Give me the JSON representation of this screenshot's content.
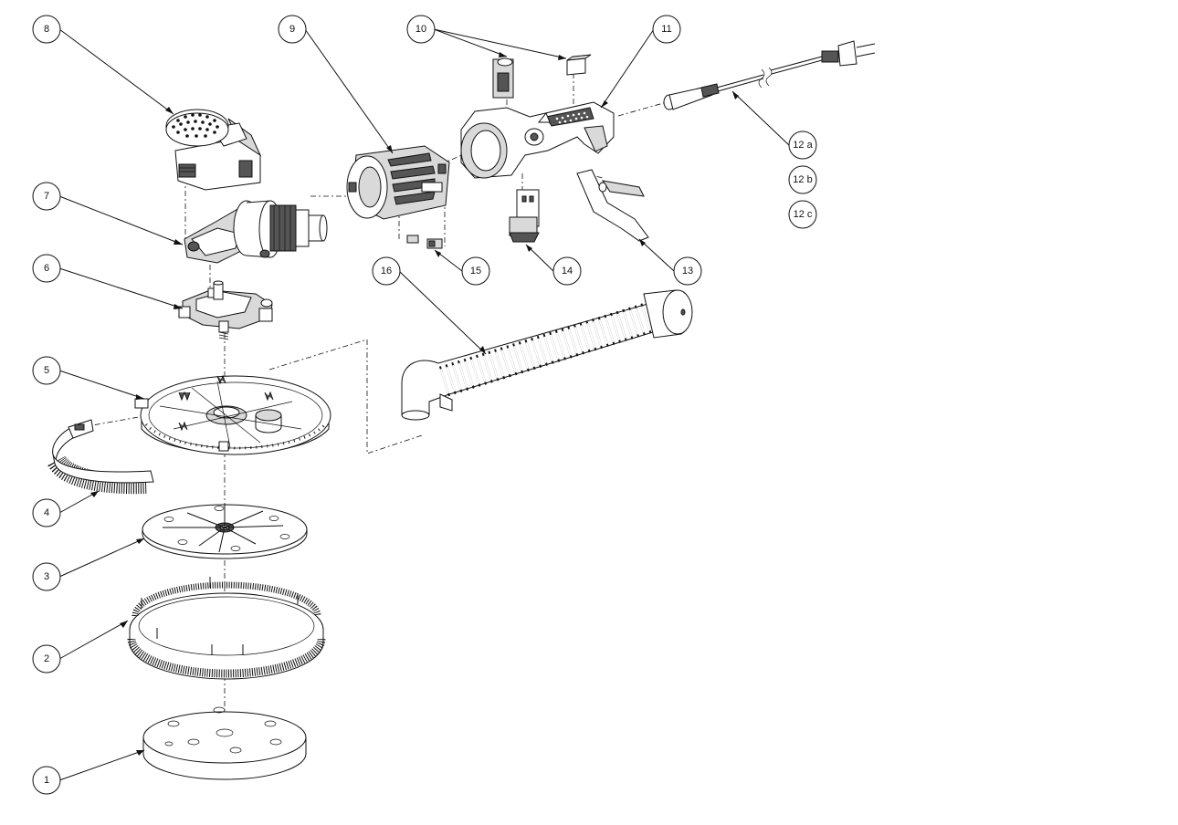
{
  "callouts": [
    {
      "id": "1",
      "label": "1"
    },
    {
      "id": "2",
      "label": "2"
    },
    {
      "id": "3",
      "label": "3"
    },
    {
      "id": "4",
      "label": "4"
    },
    {
      "id": "5",
      "label": "5"
    },
    {
      "id": "6",
      "label": "6"
    },
    {
      "id": "7",
      "label": "7"
    },
    {
      "id": "8",
      "label": "8"
    },
    {
      "id": "9",
      "label": "9"
    },
    {
      "id": "10",
      "label": "10"
    },
    {
      "id": "11",
      "label": "11"
    },
    {
      "id": "12a",
      "label": "12 a"
    },
    {
      "id": "12b",
      "label": "12 b"
    },
    {
      "id": "12c",
      "label": "12 c"
    },
    {
      "id": "13",
      "label": "13"
    },
    {
      "id": "14",
      "label": "14"
    },
    {
      "id": "15",
      "label": "15"
    },
    {
      "id": "16",
      "label": "16"
    }
  ]
}
